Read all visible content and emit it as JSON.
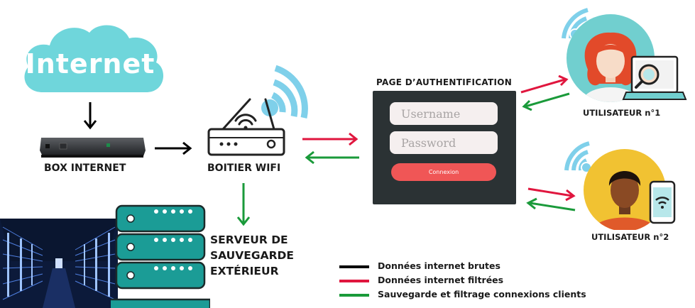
{
  "cloud": {
    "text": "Internet"
  },
  "nodes": {
    "box_internet": "BOX INTERNET",
    "boitier_wifi": "BOITIER WIFI",
    "server": [
      "SERVEUR DE",
      "SAUVEGARDE",
      "EXTÉRIEUR"
    ],
    "user1": "UTILISATEUR  n°1",
    "user2": "UTILISATEUR  n°2"
  },
  "auth": {
    "title": "PAGE D’AUTHENTIFICATION",
    "username_placeholder": "Username",
    "password_placeholder": "Password",
    "button_label": "Connexion"
  },
  "legend": [
    {
      "color": "#000000",
      "text": "Données internet brutes"
    },
    {
      "color": "#e0163e",
      "text": "Données internet filtrées"
    },
    {
      "color": "#1a9a3a",
      "text": "Sauvegarde et filtrage connexions clients"
    }
  ],
  "colors": {
    "cloud": "#6fd6db",
    "wifi_waves": "#7fd0ea",
    "raw": "#000000",
    "filtered": "#e0163e",
    "backup": "#1a9a3a",
    "panel": "#2b3234",
    "button": "#f05656",
    "server_stack": "#1b9c96",
    "avatar1_bg": "#71cfcf",
    "avatar2_bg": "#f1c232"
  },
  "icons": {
    "box": "internet-box-icon",
    "router": "wifi-router-icon",
    "server": "server-stack-icon",
    "datacenter": "datacenter-photo",
    "user1": "user-woman-avatar",
    "user2": "user-man-avatar",
    "laptop": "laptop-magnifier-icon",
    "phone": "phone-wifi-icon"
  }
}
